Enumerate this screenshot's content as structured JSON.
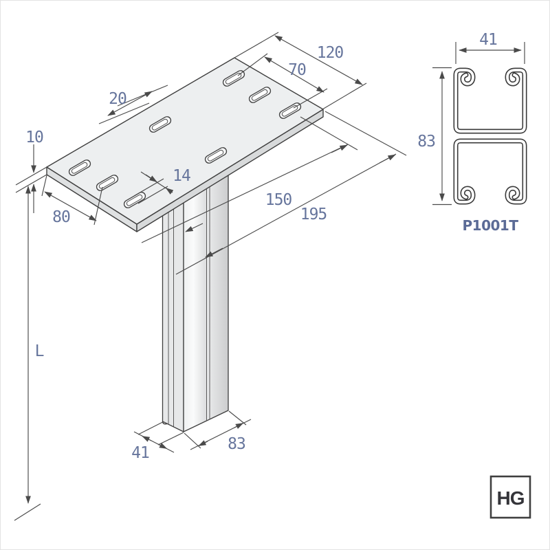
{
  "drawing": {
    "badge": "HG",
    "dims": {
      "plate_width": "120",
      "slot_spacing_outer": "70",
      "slot_offset": "20",
      "plate_thickness": "10",
      "slot_width": "14",
      "dist_to_channel_front": "150",
      "dist_to_channel_mid": "195",
      "end_offset": "80",
      "column_length": "L",
      "channel_width": "41",
      "channel_depth": "83"
    },
    "section": {
      "label": "P1001T",
      "width": "41",
      "height": "83"
    },
    "colors": {
      "dim_text": "#66759c",
      "line": "#3f3f3f",
      "section_label": "#5b6b96",
      "badge_text": "#35353a"
    }
  }
}
